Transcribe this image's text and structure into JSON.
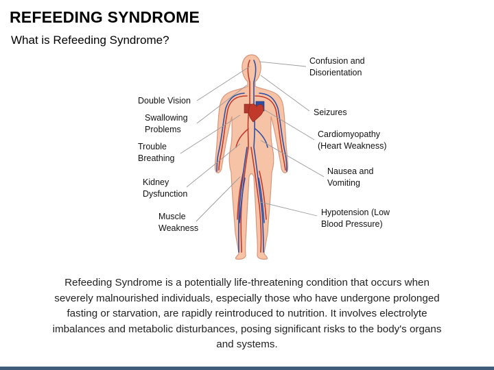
{
  "slide": {
    "title": "REFEEDING SYNDROME",
    "subtitle": "What is Refeeding Syndrome?",
    "description": "Refeeding Syndrome is a potentially life-threatening condition that occurs when severely malnourished individuals, especially those who have undergone prolonged fasting or starvation, are rapidly reintroduced to nutrition. It involves electrolyte imbalances and metabolic disturbances, posing significant risks to the body's organs and systems."
  },
  "labels": {
    "double_vision": "Double Vision",
    "swallowing": "Swallowing\nProblems",
    "breathing": "Trouble\nBreathing",
    "kidney": "Kidney\nDysfunction",
    "muscle": "Muscle\nWeakness",
    "confusion": "Confusion and\nDisorientation",
    "seizures": "Seizures",
    "cardiomyopathy": "Cardiomyopathy\n(Heart Weakness)",
    "nausea": "Nausea and\nVomiting",
    "hypotension": "Hypotension (Low\nBlood Pressure)"
  },
  "colors": {
    "skin": "#f6c3a6",
    "skin_outline": "#d9957a",
    "artery": "#c0392b",
    "vein": "#2e4fa3",
    "leader": "#9a9a9a",
    "footer": "#3f5d7a"
  }
}
